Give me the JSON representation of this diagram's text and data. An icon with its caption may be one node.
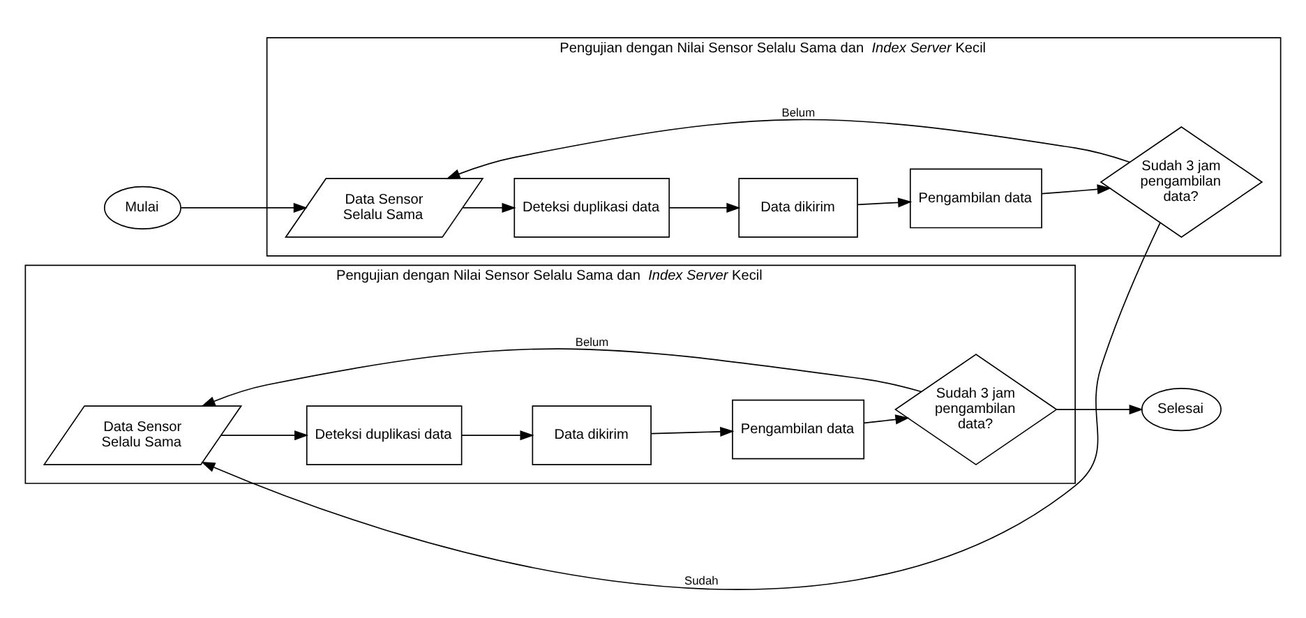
{
  "diagram": {
    "nodes": [
      {
        "text": [
          "Mulai"
        ]
      },
      {
        "text": [
          "Pengujian dengan Nilai Sensor Selalu Sama dan *Index Server* Kecil"
        ]
      },
      {
        "text": [
          "Data Sensor Selalu Sama"
        ],
        "in": 1
      },
      {
        "text": [
          "Deteksi duplikasi data"
        ],
        "in": 1
      },
      {
        "text": [
          "Data dikirim"
        ],
        "in": 1
      },
      {
        "text": [
          "Pengambilan data"
        ],
        "in": 1
      },
      {
        "text": [
          "Sudah 3 jam pengambilan data?"
        ],
        "in": 1
      },
      {
        "text": [
          "Pengujian dengan Nilai Sensor Selalu Sama dan *Index Server* Kecil"
        ]
      },
      {
        "text": [
          "Data Sensor Selalu Sama"
        ],
        "in": 7
      },
      {
        "text": [
          "Deteksi duplikasi data"
        ],
        "in": 7
      },
      {
        "text": [
          "Data dikirim"
        ],
        "in": 7
      },
      {
        "text": [
          "Pengambilan data"
        ],
        "in": 7
      },
      {
        "text": [
          "Sudah 3 jam pengambilan data?"
        ],
        "in": 7
      },
      {
        "text": [
          "Selesai"
        ]
      }
    ],
    "edges": [
      {
        "from": 0,
        "to": 2,
        "arrow": "to"
      },
      {
        "from": 2,
        "to": 3,
        "arrow": "to"
      },
      {
        "from": 3,
        "to": 4,
        "arrow": "to"
      },
      {
        "from": 4,
        "to": 5,
        "arrow": "to"
      },
      {
        "from": 5,
        "to": 6,
        "arrow": "to"
      },
      {
        "from": 6,
        "to": 2,
        "arrow": "to",
        "label": "Belum"
      },
      {
        "from": 6,
        "to": 8,
        "arrow": "to",
        "label": "Sudah"
      },
      {
        "from": 8,
        "to": 9,
        "arrow": "to"
      },
      {
        "from": 9,
        "to": 10,
        "arrow": "to"
      },
      {
        "from": 10,
        "to": 11,
        "arrow": "to"
      },
      {
        "from": 11,
        "to": 12,
        "arrow": "to"
      },
      {
        "from": 12,
        "to": 8,
        "arrow": "to",
        "label": "Belum"
      },
      {
        "from": 12,
        "to": 13,
        "arrow": "to"
      }
    ]
  }
}
